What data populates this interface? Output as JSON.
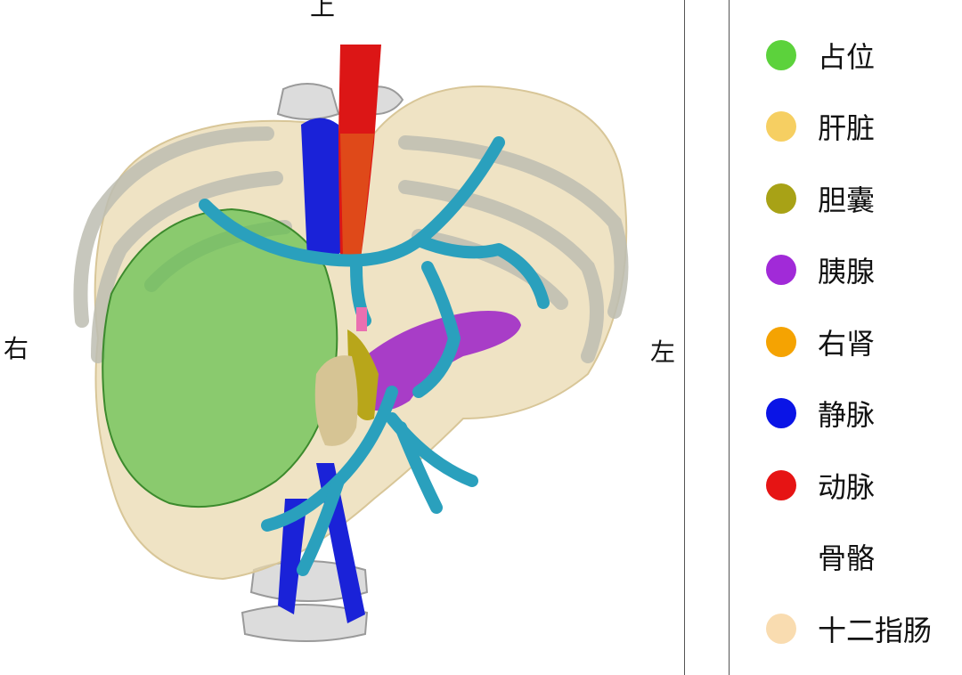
{
  "directions": {
    "top": "上",
    "patient_right": "右",
    "patient_left": "左"
  },
  "legend": [
    {
      "label": "占位",
      "color": "#5cd23c"
    },
    {
      "label": "肝脏",
      "color": "#f6cf62"
    },
    {
      "label": "胆囊",
      "color": "#a8a216"
    },
    {
      "label": "胰腺",
      "color": "#a12ad8"
    },
    {
      "label": "右肾",
      "color": "#f5a302"
    },
    {
      "label": "静脉",
      "color": "#0a14e6"
    },
    {
      "label": "动脉",
      "color": "#e61414"
    },
    {
      "label": "骨骼",
      "color": "#ffffff"
    },
    {
      "label": "十二指肠",
      "color": "#f9dcb0"
    }
  ]
}
